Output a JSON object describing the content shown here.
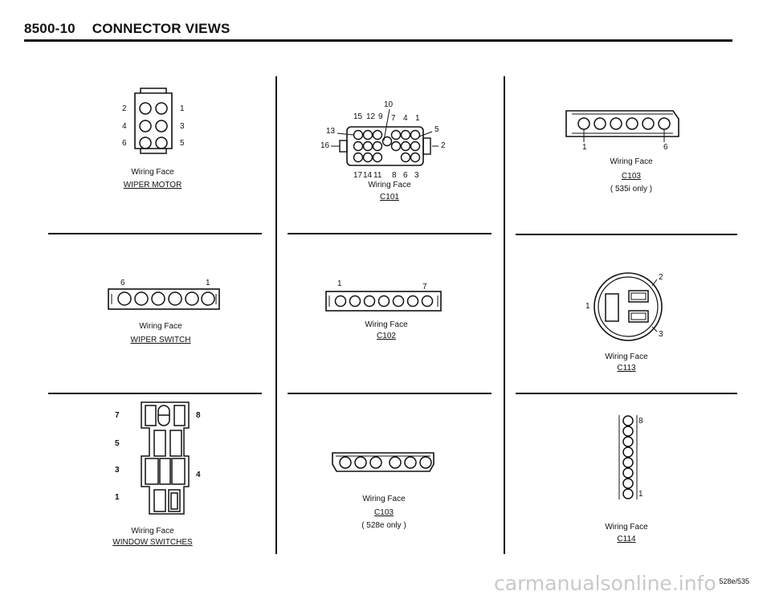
{
  "header": {
    "code": "8500-10",
    "title": "CONNECTOR VIEWS"
  },
  "wiring_face": "Wiring Face",
  "connectors": {
    "wiper_motor": {
      "name": "WIPER MOTOR",
      "pins": [
        "2",
        "1",
        "4",
        "3",
        "6",
        "5"
      ]
    },
    "c101": {
      "name": "C101",
      "pins_top": [
        "10",
        "15",
        "12",
        "9",
        "7",
        "4",
        "1"
      ],
      "pin_13": "13",
      "pin_16": "16",
      "pin_5": "5",
      "pin_2": "2",
      "pins_bottom": [
        "17",
        "14",
        "11",
        "8",
        "6",
        "3"
      ]
    },
    "c103_535i": {
      "name": "C103",
      "note": "( 535i  only )",
      "pin_left": "1",
      "pin_right": "6"
    },
    "wiper_switch": {
      "name": "WIPER SWITCH",
      "pin_left": "6",
      "pin_right": "1"
    },
    "c102": {
      "name": "C102",
      "pin_left": "1",
      "pin_right": "7"
    },
    "c113": {
      "name": "C113",
      "pins": [
        "2",
        "1",
        "3"
      ]
    },
    "window_switches": {
      "name": "WINDOW SWITCHES",
      "pins": [
        "7",
        "8",
        "5",
        "3",
        "4",
        "1"
      ]
    },
    "c103_528e": {
      "name": "C103",
      "note": "( 528e only )"
    },
    "c114": {
      "name": "C114",
      "pin_top": "8",
      "pin_bottom": "1"
    }
  },
  "footer": {
    "ref": "528e/535",
    "watermark": "carmanualsonline.info"
  }
}
